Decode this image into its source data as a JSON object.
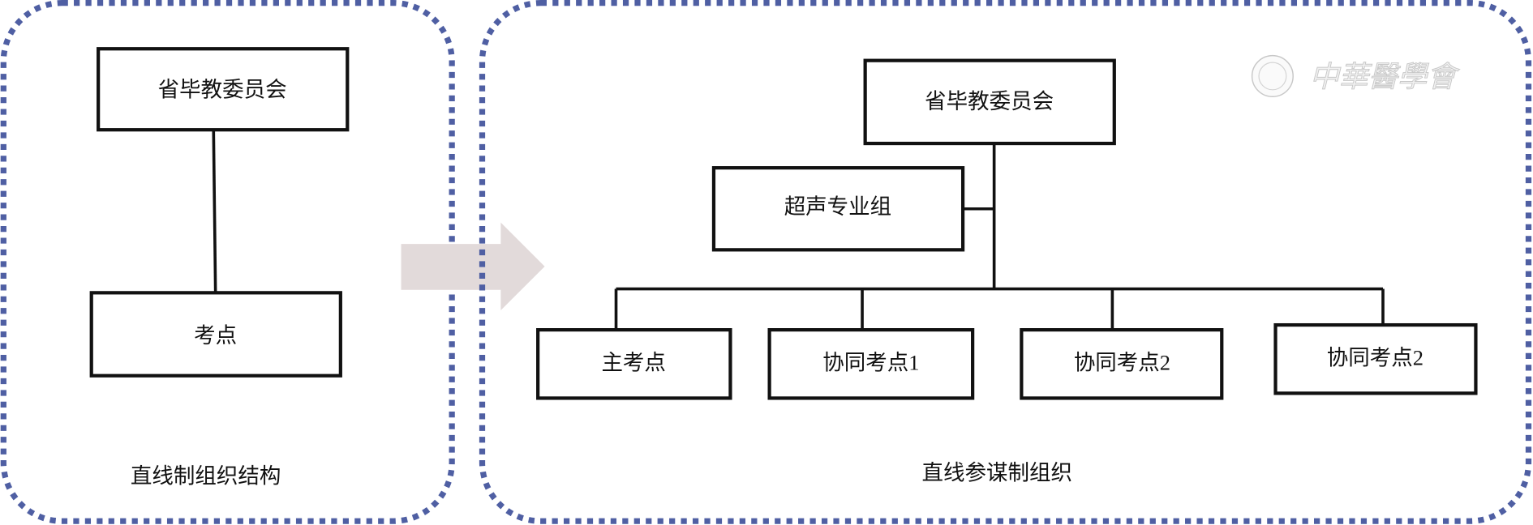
{
  "left_panel": {
    "top_box": "省毕教委员会",
    "bottom_box": "考点",
    "caption": "直线制组织结构"
  },
  "right_panel": {
    "top_box": "省毕教委员会",
    "staff_box": "超声专业组",
    "sites": [
      "主考点",
      "协同考点1",
      "协同考点2",
      "协同考点2"
    ],
    "caption": "直线参谋制组织"
  },
  "watermark": {
    "text": "中華醫學會"
  },
  "colors": {
    "frame": "#4f5fa3",
    "arrow": "#e2dada"
  }
}
